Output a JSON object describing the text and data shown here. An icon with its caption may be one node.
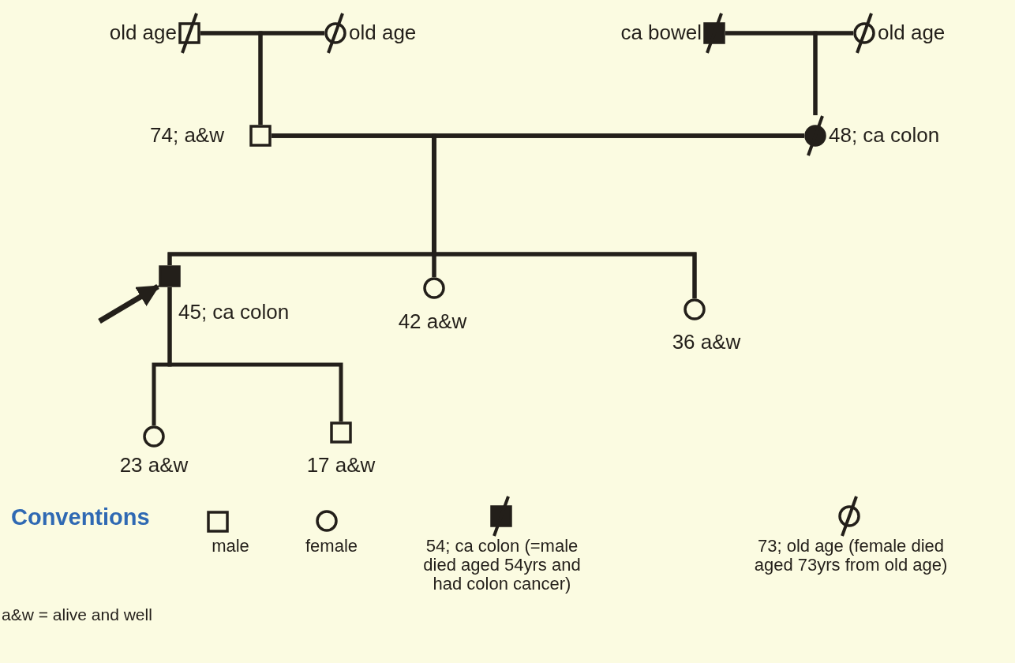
{
  "diagram": {
    "nodes": [
      {
        "text": [],
        "shape": "box",
        "beside": [
          "old age"
        ]
      },
      {
        "text": [],
        "shape": "circle",
        "beside": [
          "old age"
        ]
      },
      {
        "text": [],
        "shape": "filled-box",
        "beside": [
          "ca bowel"
        ]
      },
      {
        "text": [],
        "shape": "circle",
        "beside": [
          "old age"
        ]
      },
      {
        "text": [],
        "shape": "box",
        "beside": [
          "74; a&w"
        ]
      },
      {
        "text": [],
        "shape": "filled-circle",
        "beside": [
          "48; ca colon"
        ]
      },
      {
        "text": [],
        "shape": "filled-box",
        "beside": [
          "45; ca colon"
        ]
      },
      {
        "text": [],
        "shape": "circle",
        "beside": [
          "42 a&w"
        ]
      },
      {
        "text": [],
        "shape": "circle",
        "beside": [
          "36 a&w"
        ]
      },
      {
        "text": [],
        "shape": "circle",
        "beside": [
          "23 a&w"
        ]
      },
      {
        "text": [],
        "shape": "box",
        "beside": [
          "17 a&w"
        ]
      }
    ],
    "edges": [
      {
        "from": 0,
        "to": 1,
        "arrow": "none"
      },
      {
        "from": 2,
        "to": 3,
        "arrow": "none"
      },
      {
        "from": 0,
        "to": 4,
        "arrow": "none"
      },
      {
        "from": 1,
        "to": 4,
        "arrow": "none"
      },
      {
        "from": 2,
        "to": 5,
        "arrow": "none"
      },
      {
        "from": 3,
        "to": 5,
        "arrow": "none"
      },
      {
        "from": 4,
        "to": 5,
        "arrow": "none"
      },
      {
        "from": 4,
        "to": 6,
        "arrow": "none"
      },
      {
        "from": 4,
        "to": 7,
        "arrow": "none"
      },
      {
        "from": 4,
        "to": 8,
        "arrow": "none"
      },
      {
        "from": 5,
        "to": 6,
        "arrow": "none"
      },
      {
        "from": 5,
        "to": 7,
        "arrow": "none"
      },
      {
        "from": 5,
        "to": 8,
        "arrow": "none"
      },
      {
        "from": 6,
        "to": 9,
        "arrow": "none"
      },
      {
        "from": 6,
        "to": 10,
        "arrow": "none"
      },
      {
        "from": null,
        "to": 6,
        "arrow": "to"
      }
    ],
    "labels": [
      "Conventions",
      "a&w = alive and well"
    ],
    "legend": [
      {
        "text": "male"
      },
      {
        "text": "female"
      },
      {
        "text": "54; ca colon (=male died aged 54yrs and had colon cancer)"
      },
      {
        "text": "73; old age (female died aged 73yrs from old age)"
      }
    ]
  }
}
